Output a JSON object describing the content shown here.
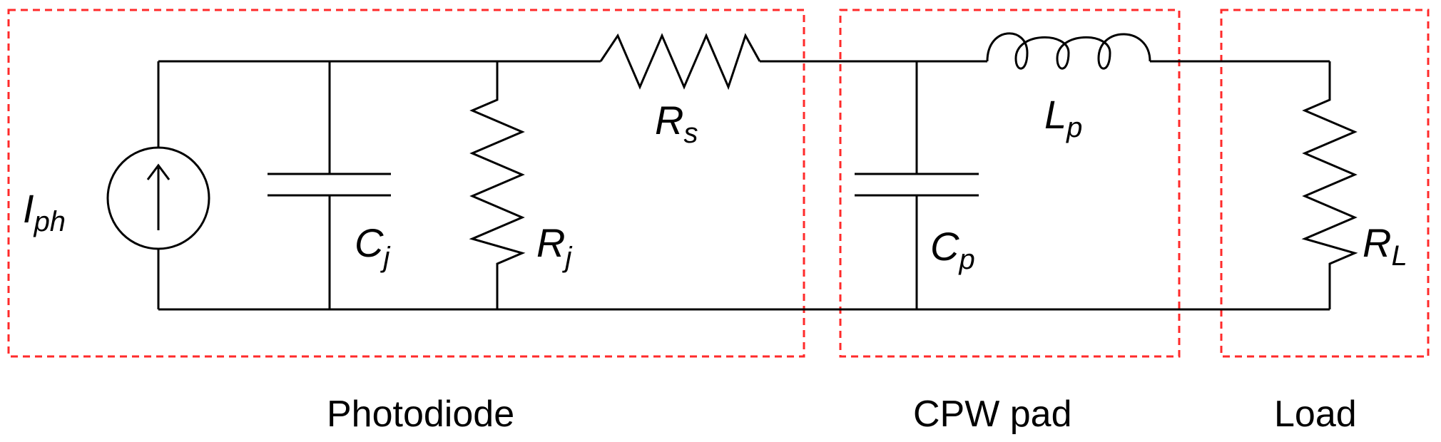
{
  "components": {
    "current_source": {
      "symbol": "I",
      "subscript": "ph"
    },
    "junction_capacitor": {
      "symbol": "C",
      "subscript": "j"
    },
    "junction_resistor": {
      "symbol": "R",
      "subscript": "j"
    },
    "series_resistor": {
      "symbol": "R",
      "subscript": "s"
    },
    "pad_inductor": {
      "symbol": "L",
      "subscript": "p"
    },
    "pad_capacitor": {
      "symbol": "C",
      "subscript": "p"
    },
    "load_resistor": {
      "symbol": "R",
      "subscript": "L"
    }
  },
  "regions": {
    "photodiode": "Photodiode",
    "cpw_pad": "CPW pad",
    "load": "Load"
  },
  "colors": {
    "wire": "#000000",
    "region_border": "#ff2a2a"
  }
}
